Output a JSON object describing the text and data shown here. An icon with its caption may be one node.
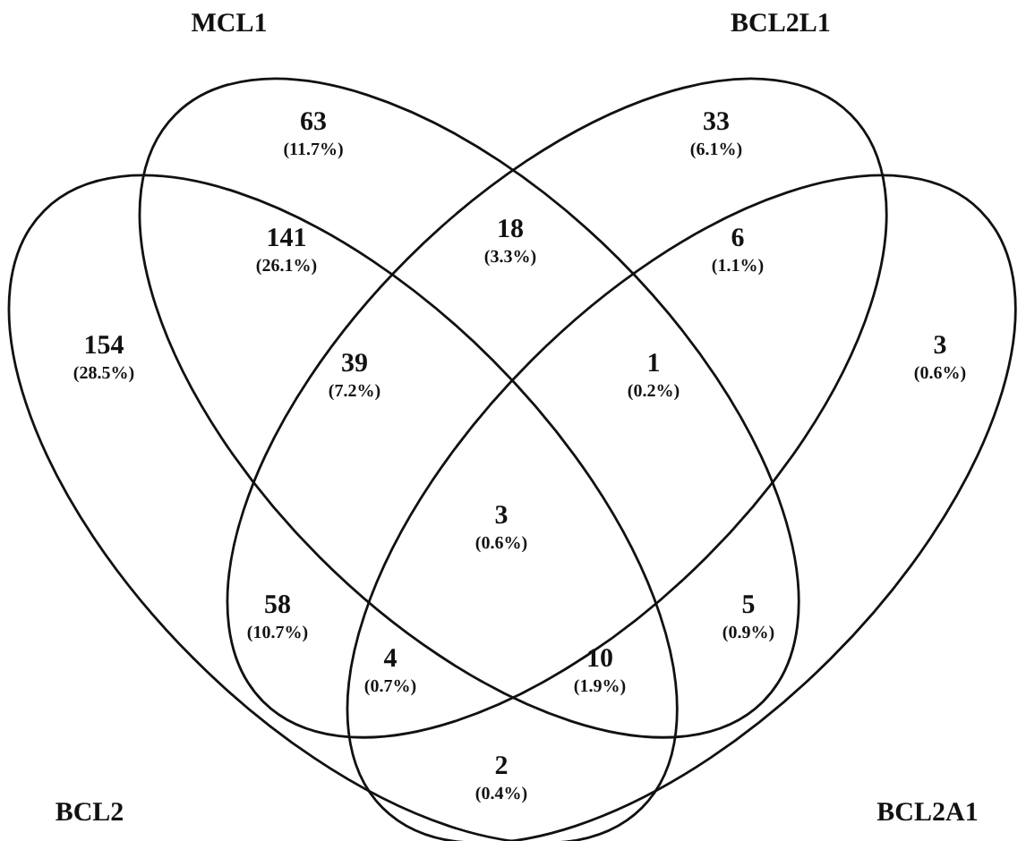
{
  "diagram": {
    "nodes": [
      {
        "text": [
          "MCL1"
        ]
      },
      {
        "text": [
          "BCL2L1"
        ]
      },
      {
        "text": [
          "BCL2"
        ]
      },
      {
        "text": [
          "BCL2A1"
        ]
      }
    ],
    "labels": [
      "63",
      "(11.7%)",
      "33",
      "(6.1%)",
      "141",
      "(26.1%)",
      "18",
      "(3.3%)",
      "6",
      "(1.1%)",
      "154",
      "(28.5%)",
      "3",
      "(0.6%)",
      "39",
      "(7.2%)",
      "1",
      "(0.2%)",
      "58",
      "(10.7%)",
      "3",
      "(0.6%)",
      "5",
      "(0.9%)",
      "4",
      "(0.7%)",
      "10",
      "(1.9%)",
      "2",
      "(0.4%)"
    ]
  }
}
